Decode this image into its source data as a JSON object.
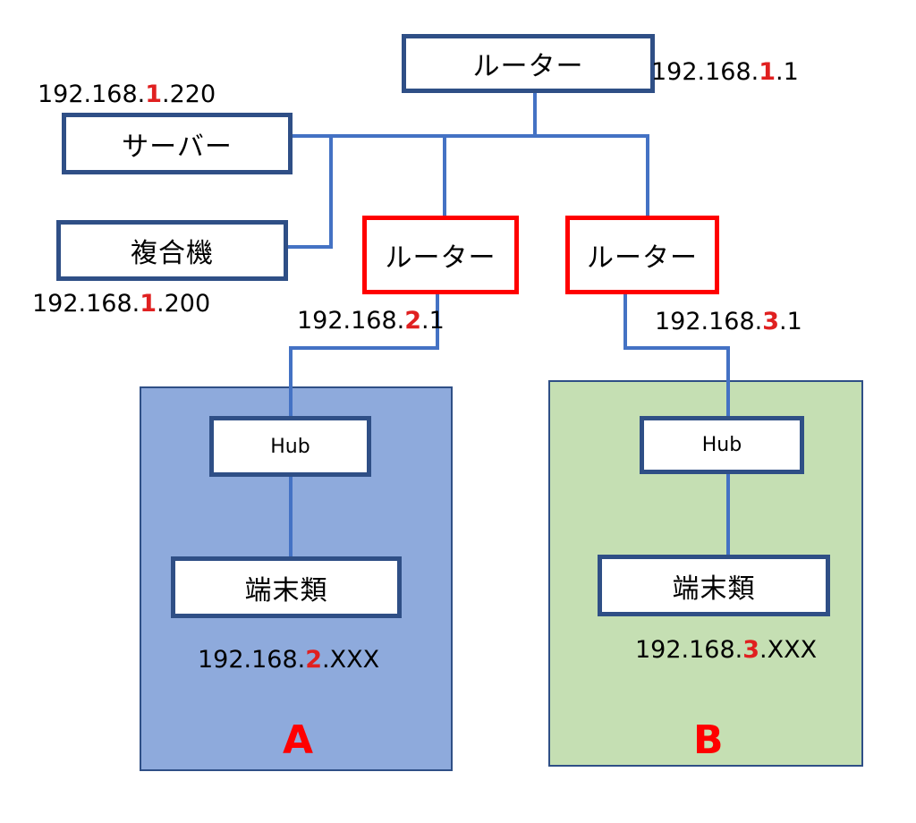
{
  "nodes": {
    "main_router": "ルーター",
    "server": "サーバー",
    "mfp": "複合機",
    "router_a": "ルーター",
    "router_b": "ルーター",
    "hub_a": "Hub",
    "hub_b": "Hub",
    "terminals_a": "端末類",
    "terminals_b": "端末類"
  },
  "ips": {
    "main_router": {
      "pre": "192.168.",
      "mid": "1",
      "post": ".1"
    },
    "server": {
      "pre": "192.168.",
      "mid": "1",
      "post": ".220"
    },
    "mfp": {
      "pre": "192.168.",
      "mid": "1",
      "post": ".200"
    },
    "router_a": {
      "pre": "192.168.",
      "mid": "2",
      "post": ".1"
    },
    "router_b": {
      "pre": "192.168.",
      "mid": "3",
      "post": ".1"
    },
    "terminals_a": {
      "pre": "192.168.",
      "mid": "2",
      "post": ".XXX"
    },
    "terminals_b": {
      "pre": "192.168.",
      "mid": "3",
      "post": ".XXX"
    }
  },
  "zones": {
    "a": "A",
    "b": "B"
  },
  "colors": {
    "line": "#4472c4",
    "box_border": "#2f4f86",
    "highlight": "#ff0000",
    "zone_a": "#8eaadc",
    "zone_b": "#c5dfb3"
  }
}
